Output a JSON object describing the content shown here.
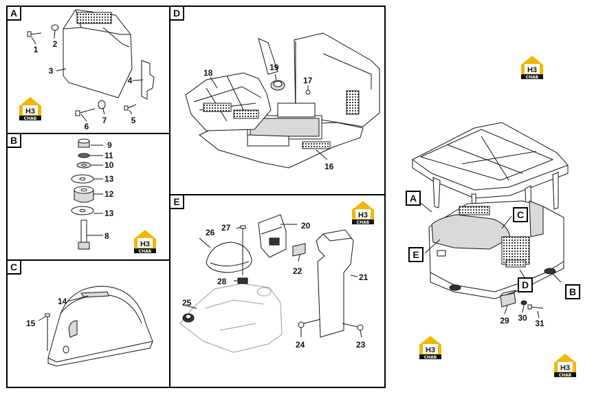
{
  "panels": {
    "A": {
      "label": "A"
    },
    "B": {
      "label": "B"
    },
    "C": {
      "label": "C"
    },
    "D": {
      "label": "D"
    },
    "E": {
      "label": "E"
    }
  },
  "callouts": {
    "A": {
      "label": "A"
    },
    "B": {
      "label": "B"
    },
    "C": {
      "label": "C"
    },
    "D": {
      "label": "D"
    },
    "E": {
      "label": "E"
    }
  },
  "parts": {
    "p1": "1",
    "p2": "2",
    "p3": "3",
    "p4": "4",
    "p5": "5",
    "p6": "6",
    "p7": "7",
    "p8": "8",
    "p9": "9",
    "p10": "10",
    "p11": "11",
    "p12": "12",
    "p13a": "13",
    "p13b": "13",
    "p14": "14",
    "p15": "15",
    "p16": "16",
    "p17": "17",
    "p18": "18",
    "p19": "19",
    "p20": "20",
    "p21": "21",
    "p22": "22",
    "p23": "23",
    "p24": "24",
    "p25": "25",
    "p26": "26",
    "p27": "27",
    "p28": "28",
    "p29": "29",
    "p30": "30",
    "p31": "31"
  },
  "logo": {
    "letters": "H3",
    "caption": "СНАБ",
    "accent_color": "#f2b705"
  },
  "colors": {
    "line": "#111111",
    "frame": "#000000",
    "shade": "#d9d9d9",
    "grille": "#333333"
  }
}
